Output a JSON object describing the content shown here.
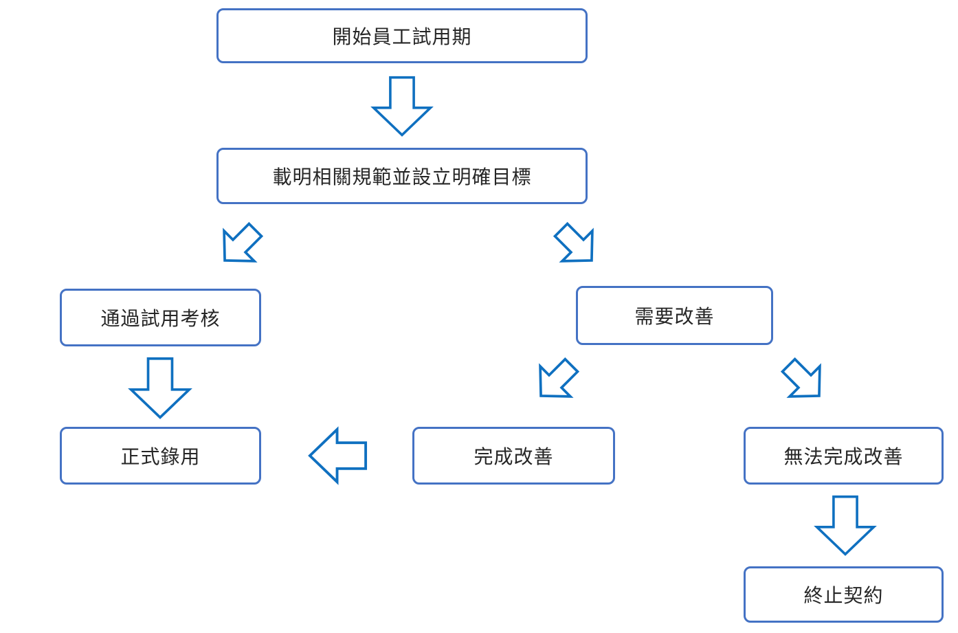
{
  "diagram": {
    "title": "employee-probation-flowchart",
    "colors": {
      "background": "#FFFFFF",
      "box_border": "#4472C4",
      "arrow_stroke": "#0F70C0",
      "text": "#262626"
    },
    "nodes": [
      {
        "id": "start",
        "label": "開始員工試用期"
      },
      {
        "id": "set-rules",
        "label": "載明相關規範並設立明確目標"
      },
      {
        "id": "pass-review",
        "label": "通過試用考核"
      },
      {
        "id": "needs-improvement",
        "label": "需要改善"
      },
      {
        "id": "official-hire",
        "label": "正式錄用"
      },
      {
        "id": "improvement-done",
        "label": "完成改善"
      },
      {
        "id": "improvement-failed",
        "label": "無法完成改善"
      },
      {
        "id": "terminate-contract",
        "label": "終止契約"
      }
    ],
    "edges": [
      {
        "from": "start",
        "to": "set-rules",
        "direction": "down"
      },
      {
        "from": "set-rules",
        "to": "pass-review",
        "direction": "down-left"
      },
      {
        "from": "set-rules",
        "to": "needs-improvement",
        "direction": "down-right"
      },
      {
        "from": "pass-review",
        "to": "official-hire",
        "direction": "down"
      },
      {
        "from": "needs-improvement",
        "to": "improvement-done",
        "direction": "down-left"
      },
      {
        "from": "needs-improvement",
        "to": "improvement-failed",
        "direction": "down-right"
      },
      {
        "from": "improvement-done",
        "to": "official-hire",
        "direction": "left"
      },
      {
        "from": "improvement-failed",
        "to": "terminate-contract",
        "direction": "down"
      }
    ]
  }
}
